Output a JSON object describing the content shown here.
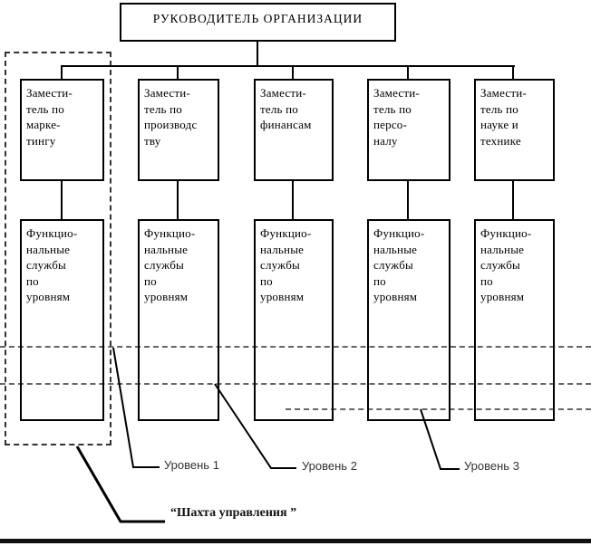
{
  "diagram": {
    "title": "РУКОВОДИТЕЛЬ ОРГАНИЗАЦИИ",
    "columns": [
      {
        "deputy_label": "Замести-\nтель по\nмарке-\nтингу",
        "function_label": "Функцио-\nнальные\nслужбы\nпо\nуровням"
      },
      {
        "deputy_label": "Замести-\nтель по\nпроизводс\nтву",
        "function_label": "Функцио-\nнальные\nслужбы\nпо\nуровням"
      },
      {
        "deputy_label": "Замести-\nтель по\nфинансам",
        "function_label": "Функцио-\nнальные\nслужбы\nпо\nуровням"
      },
      {
        "deputy_label": "Замести-\nтель по\nперсо-\nналу",
        "function_label": "Функцио-\nнальные\nслужбы\nпо\nуровням"
      },
      {
        "deputy_label": "Замести-\nтель по\nнауке и\nтехнике",
        "function_label": "Функцио-\nнальные\nслужбы\nпо\nуровням"
      }
    ],
    "level_labels": {
      "level1": "Уровень 1",
      "level2": "Уровень 2",
      "level3": "Уровень 3"
    },
    "shaft_label": "“Шахта управления ”",
    "colors": {
      "line": "#000000",
      "dashed_line": "#666666"
    }
  }
}
